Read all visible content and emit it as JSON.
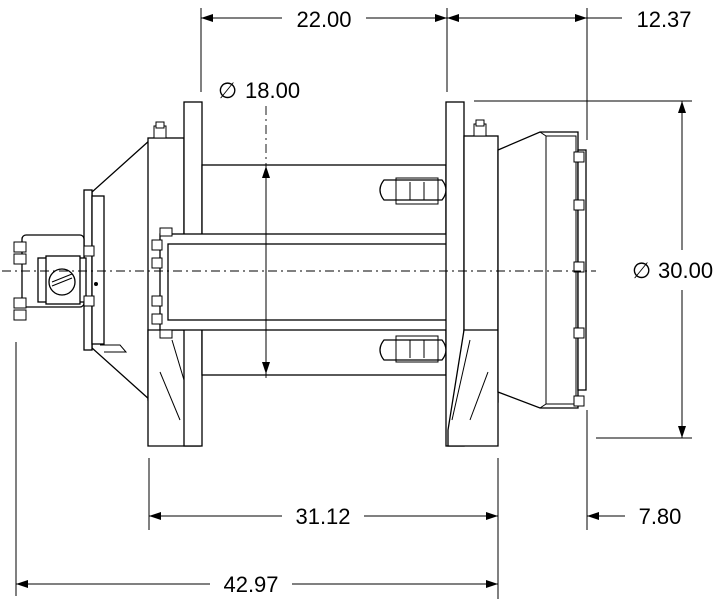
{
  "drawing": {
    "dimensions": {
      "drum_width": "22.00",
      "right_offset": "12.37",
      "drum_diameter": "18.00",
      "flange_diameter": "30.00",
      "base_width": "31.12",
      "base_offset": "7.80",
      "overall_length": "42.97"
    },
    "diameter_symbol": "∅"
  }
}
